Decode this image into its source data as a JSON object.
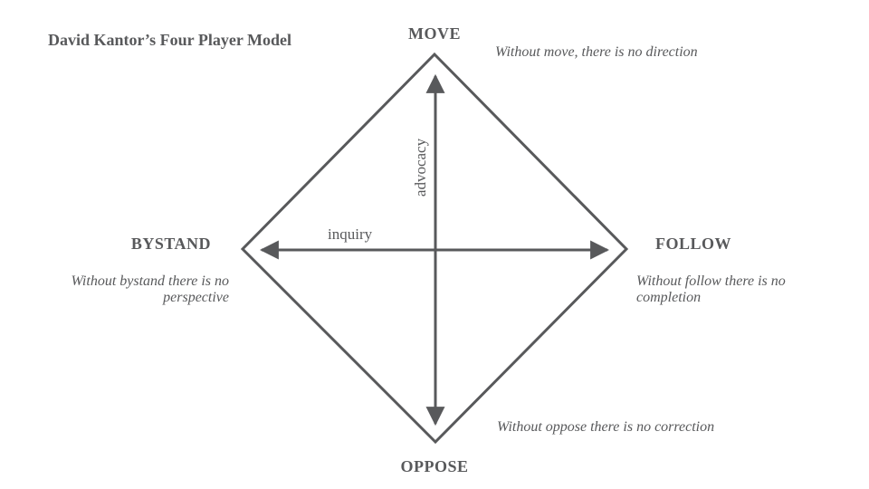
{
  "title": "David Kantor’s Four Player Model",
  "diagram": {
    "type": "four-player-model-diamond",
    "nodes": {
      "move": {
        "label": "MOVE",
        "annotation": "Without move, there is no direction"
      },
      "follow": {
        "label": "FOLLOW",
        "annotation": "Without follow there is no completion"
      },
      "oppose": {
        "label": "OPPOSE",
        "annotation": "Without oppose there is no correction"
      },
      "bystand": {
        "label": "BYSTAND",
        "annotation": "Without bystand there is no perspective"
      }
    },
    "axes": {
      "vertical_label": "advocacy",
      "horizontal_label": "inquiry"
    }
  },
  "colors": {
    "line": "#58595B",
    "text": "#58595B",
    "background": "#FFFFFF"
  }
}
